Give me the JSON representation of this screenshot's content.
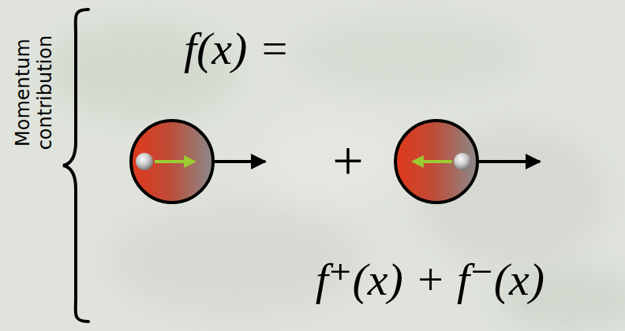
{
  "diagram": {
    "labels": [
      "Momentum contribution",
      "f(x) =",
      "+",
      "f⁺(x) + f⁻(x)"
    ]
  }
}
